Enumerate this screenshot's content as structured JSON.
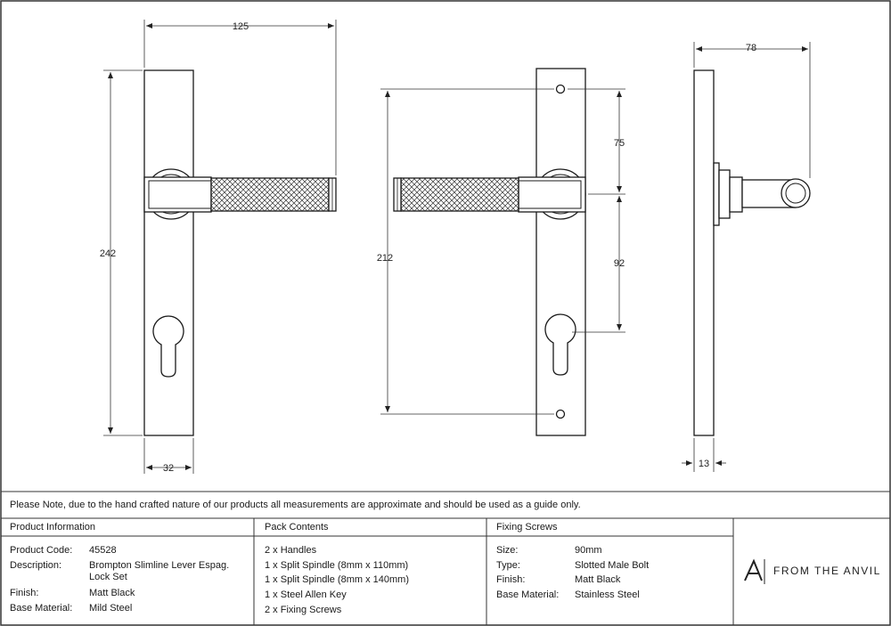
{
  "dimensions": {
    "front": {
      "width": "125",
      "height": "242",
      "plate_width": "32"
    },
    "back": {
      "height": "212",
      "upper": "75",
      "lower": "92"
    },
    "side": {
      "projection": "78",
      "thickness": "13"
    }
  },
  "note": "Please Note, due to the hand crafted nature of our products all measurements are approximate and should be used as a guide only.",
  "product_info": {
    "header": "Product Information",
    "rows": [
      {
        "label": "Product Code:",
        "value": "45528"
      },
      {
        "label": "Description:",
        "value": "Brompton Slimline Lever Espag.",
        "value2": "Lock Set"
      },
      {
        "label": "Finish:",
        "value": "Matt Black"
      },
      {
        "label": "Base Material:",
        "value": "Mild Steel"
      }
    ]
  },
  "pack_contents": {
    "header": "Pack Contents",
    "items": [
      "2 x Handles",
      "1 x Split Spindle (8mm x 110mm)",
      "1 x Split Spindle (8mm x 140mm)",
      "1 x Steel Allen Key",
      "2 x Fixing Screws"
    ]
  },
  "fixing_screws": {
    "header": "Fixing Screws",
    "rows": [
      {
        "label": "Size:",
        "value": "90mm"
      },
      {
        "label": "Type:",
        "value": "Slotted Male Bolt"
      },
      {
        "label": "Finish:",
        "value": "Matt Black"
      },
      {
        "label": "Base Material:",
        "value": "Stainless Steel"
      }
    ]
  },
  "brand": {
    "name": "FROM THE ANVIL",
    "icon": "anvil-a-logo-icon"
  },
  "colors": {
    "line": "#1a1a1a",
    "border": "#333333"
  }
}
